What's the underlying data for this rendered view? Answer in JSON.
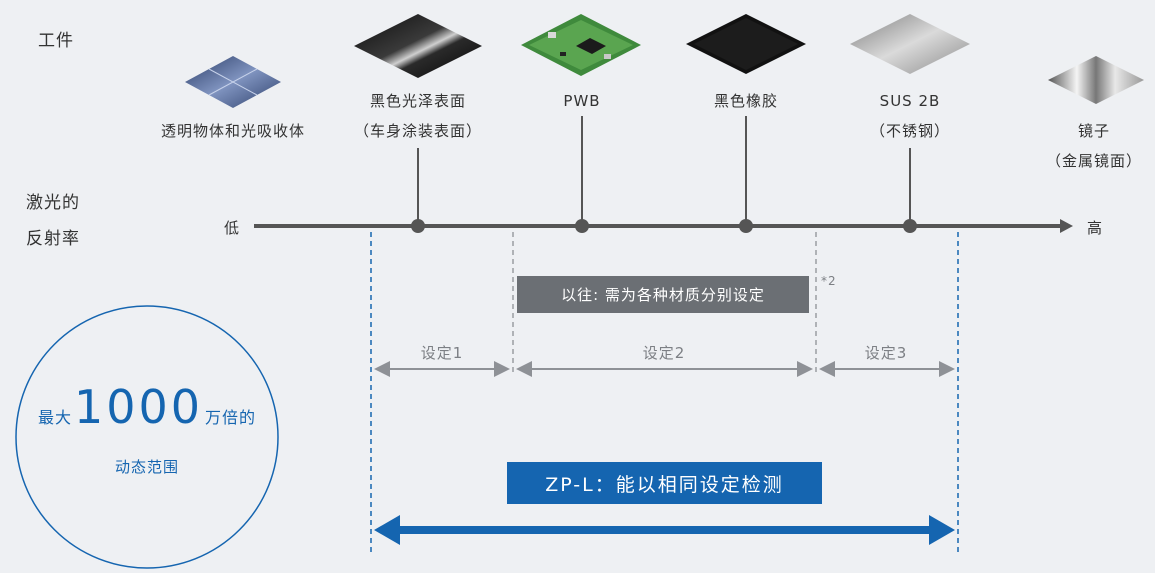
{
  "workpiece_label": "工件",
  "axis_label_line1": "激光的",
  "axis_label_line2": "反射率",
  "axis_low": "低",
  "axis_high": "高",
  "materials": [
    {
      "line1": "透明物体和光吸收体",
      "line2": ""
    },
    {
      "line1": "黑色光泽表面",
      "line2": "（车身涂装表面）"
    },
    {
      "line1": "PWB",
      "line2": ""
    },
    {
      "line1": "黑色橡胶",
      "line2": ""
    },
    {
      "line1": "SUS 2B",
      "line2": "（不锈钢）"
    },
    {
      "line1": "镜子",
      "line2": "（金属镜面）"
    }
  ],
  "previous_note": "以往: 需为各种材质分别设定",
  "footnote": "*2",
  "settings": [
    "设定1",
    "设定2",
    "设定3"
  ],
  "circle": {
    "prefix": "最大",
    "number": "1000",
    "suffix": "万倍的",
    "line2": "动态范围"
  },
  "zp_label": "ZP-L：能以相同设定检测",
  "colors": {
    "accent": "#1565b0",
    "axis": "#555555",
    "tag_bg": "#6b6f74"
  }
}
